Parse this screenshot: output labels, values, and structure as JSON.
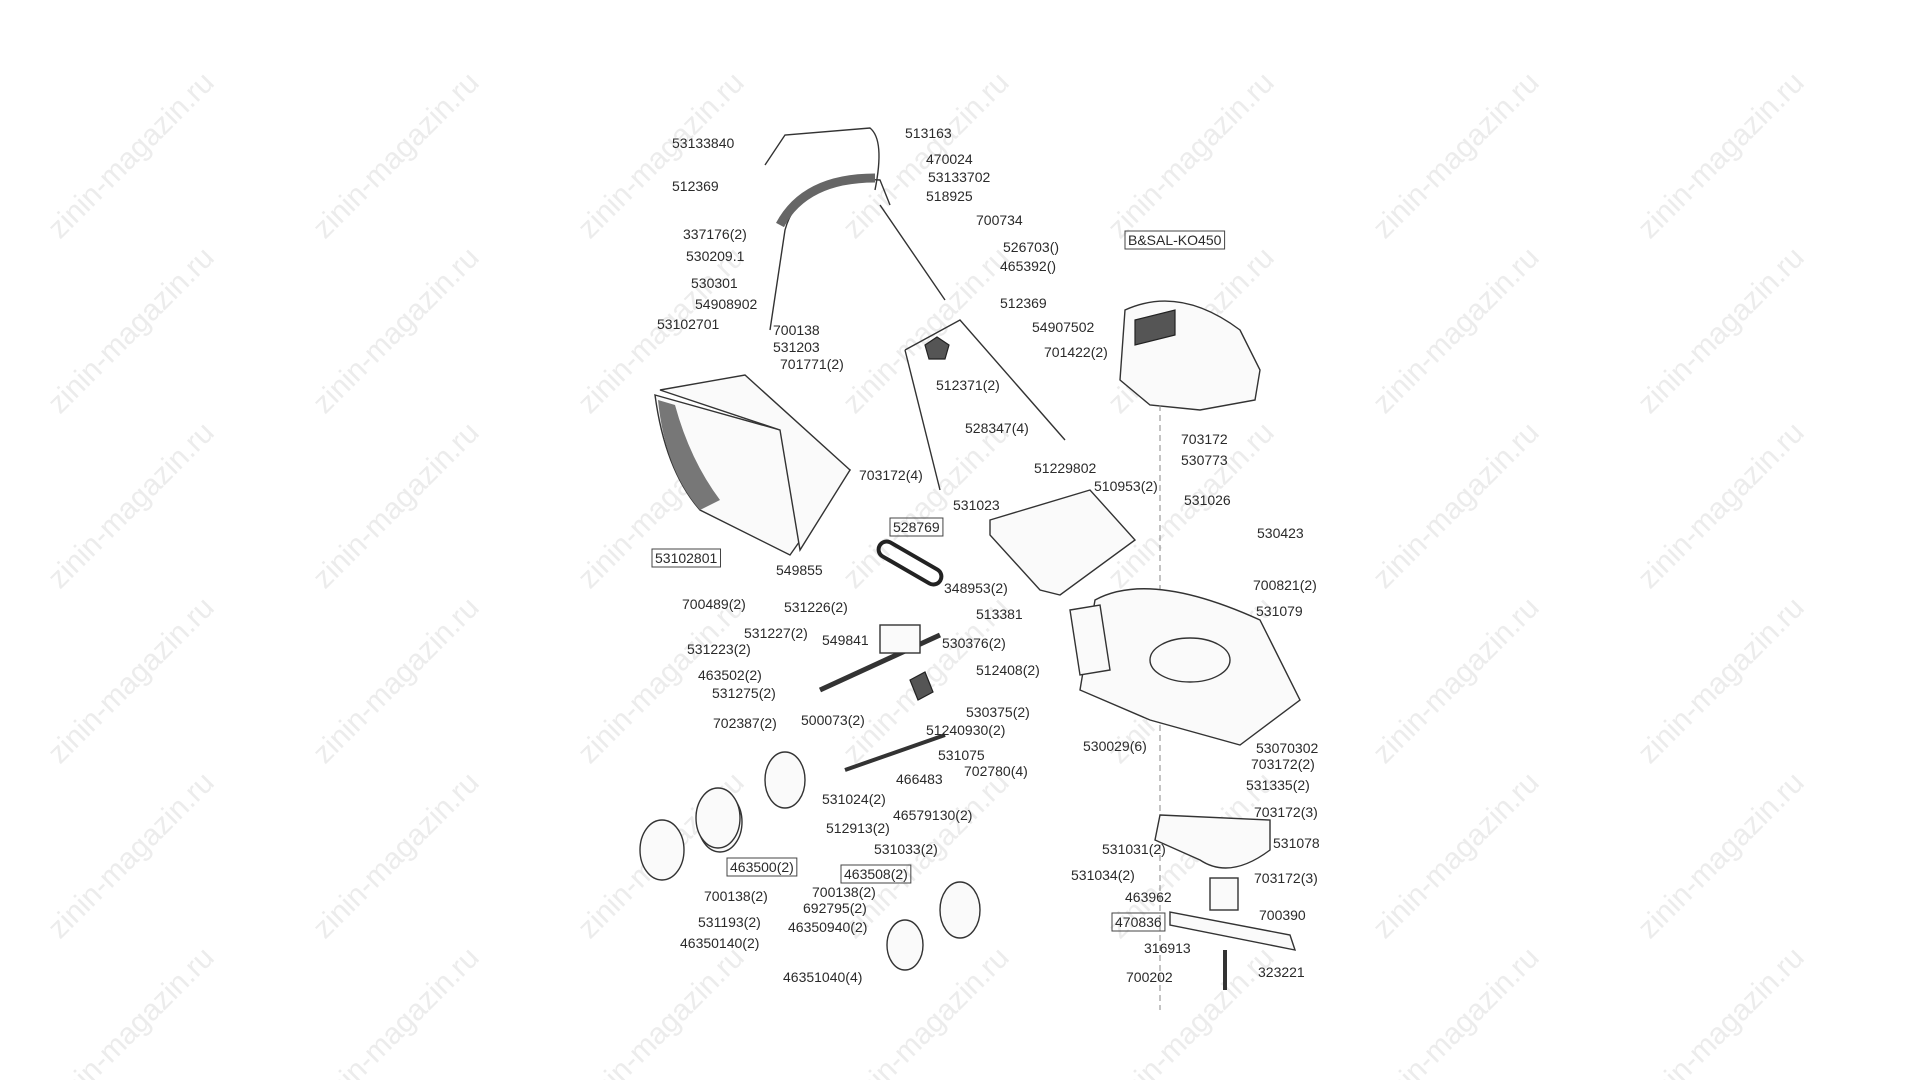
{
  "watermark": "zinin-magazin.ru",
  "engine_model": "B&SAL-KO450",
  "labels": [
    "53133840",
    "513163",
    "470024",
    "53133702",
    "512369",
    "518925",
    "700734",
    "337176(2)",
    "526703()",
    "530209.1",
    "465392()",
    "530301",
    "54908902",
    "512369",
    "53102701",
    "700138",
    "54907502",
    "531203",
    "701771(2)",
    "701422(2)",
    "512371(2)",
    "B&SAL-KO450",
    "528347(4)",
    "703172",
    "530773",
    "703172(4)",
    "51229802",
    "510953(2)",
    "531023",
    "531026",
    "528769",
    "530423",
    "53102801",
    "549855",
    "348953(2)",
    "700821(2)",
    "700489(2)",
    "531226(2)",
    "513381",
    "531079",
    "531227(2)",
    "549841",
    "530376(2)",
    "531223(2)",
    "512408(2)",
    "463502(2)",
    "531275(2)",
    "530375(2)",
    "702387(2)",
    "500073(2)",
    "51240930(2)",
    "530029(6)",
    "53070302",
    "531075",
    "703172(2)",
    "702780(4)",
    "466483",
    "531335(2)",
    "531024(2)",
    "46579130(2)",
    "703172(3)",
    "512913(2)",
    "531078",
    "531031(2)",
    "531033(2)",
    "463500(2)",
    "463508(2)",
    "531034(2)",
    "703172(3)",
    "700138(2)",
    "700138(2)",
    "463962",
    "692795(2)",
    "700390",
    "470836",
    "531193(2)",
    "46350940(2)",
    "46350140(2)",
    "316913",
    "700202",
    "323221",
    "46351040(4)"
  ]
}
